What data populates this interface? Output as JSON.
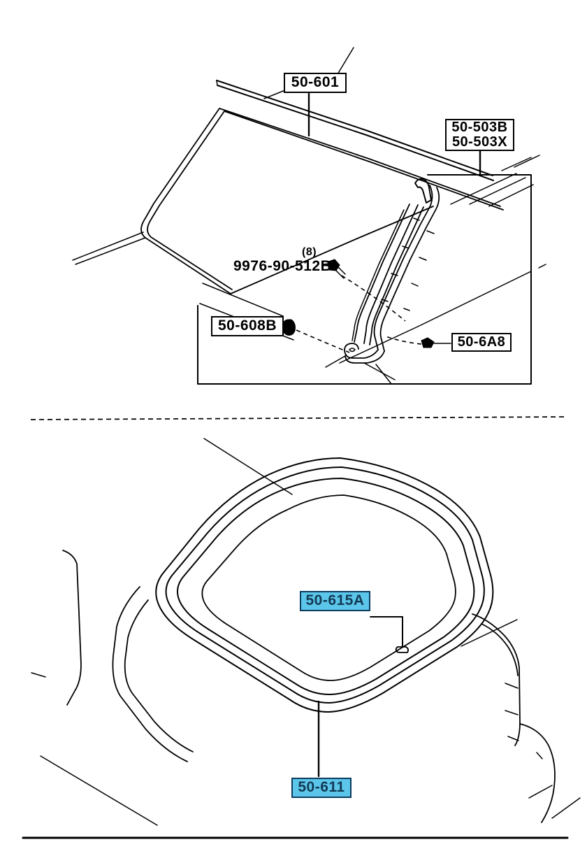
{
  "document": {
    "kind": "automotive-parts-illustration",
    "sections": [
      {
        "id": "upper",
        "description": "windshield glass and front pillar molding"
      },
      {
        "id": "lower",
        "description": "rear hatch window glass and weatherstrip"
      }
    ]
  },
  "upper": {
    "callouts": [
      {
        "id": "c-50-601",
        "lines": [
          "50-601"
        ],
        "highlight": false
      },
      {
        "id": "c-50-503",
        "lines": [
          "50-503B",
          "50-503X"
        ],
        "highlight": false
      },
      {
        "id": "c-50-608B",
        "lines": [
          "50-608B"
        ],
        "highlight": false
      },
      {
        "id": "c-50-6A8",
        "lines": [
          "50-6A8"
        ],
        "highlight": false
      }
    ],
    "plain_labels": [
      {
        "id": "qty-8",
        "text": "(8)"
      },
      {
        "id": "p-9976",
        "text": "9976-90-512B"
      }
    ]
  },
  "lower": {
    "callouts": [
      {
        "id": "c-50-615A",
        "lines": [
          "50-615A"
        ],
        "highlight": true
      },
      {
        "id": "c-50-611",
        "lines": [
          "50-611"
        ],
        "highlight": true
      }
    ]
  },
  "colors": {
    "line": "#000000",
    "paper": "#ffffff",
    "highlight_fill": "#5cc6ea",
    "highlight_text": "#123a55",
    "highlight_border": "#0b3c5d"
  }
}
